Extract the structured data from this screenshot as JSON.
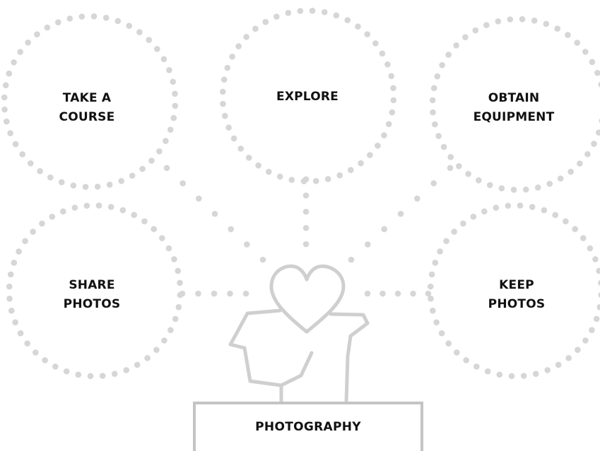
{
  "diagram": {
    "title": "PHOTOGRAPHY",
    "nodes": [
      {
        "id": "take-a-course",
        "lines": [
          "TAKE A",
          "COURSE"
        ]
      },
      {
        "id": "explore",
        "lines": [
          "EXPLORE"
        ]
      },
      {
        "id": "obtain-equipment",
        "lines": [
          "OBTAIN",
          "EQUIPMENT"
        ]
      },
      {
        "id": "share-photos",
        "lines": [
          "SHARE",
          "PHOTOS"
        ]
      },
      {
        "id": "keep-photos",
        "lines": [
          "KEEP",
          "PHOTOS"
        ]
      }
    ],
    "central_icon": "head-with-heart-icon",
    "colors": {
      "dots": "#d6d6d6",
      "icon": "#cfcfcf",
      "text": "#111111"
    }
  }
}
